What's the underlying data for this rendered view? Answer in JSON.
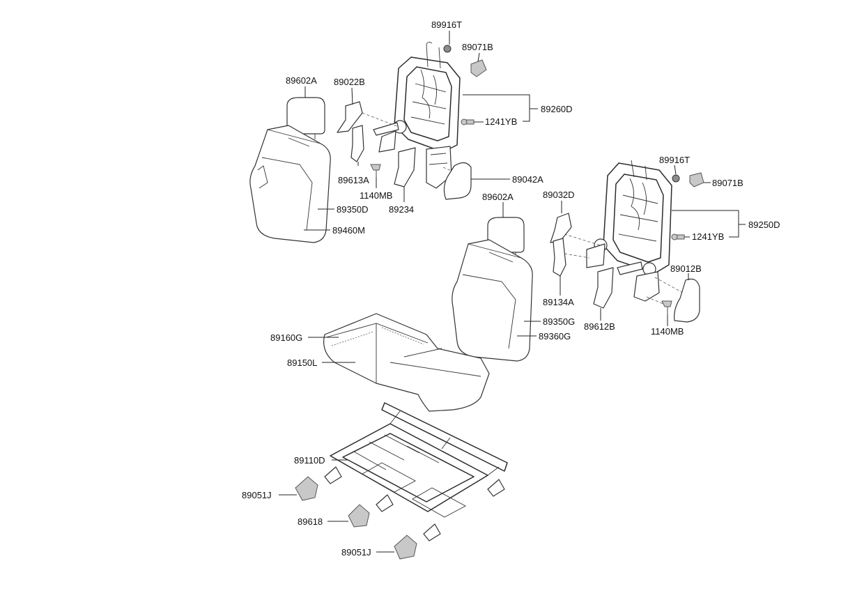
{
  "labels": {
    "p89916T_top": "89916T",
    "p89071B_top": "89071B",
    "p89602A_left": "89602A",
    "p89022B": "89022B",
    "p89260D": "89260D",
    "p1241YB_top": "1241YB",
    "p89613A": "89613A",
    "p1140MB_left": "1140MB",
    "p89234": "89234",
    "p89042A": "89042A",
    "p89350D": "89350D",
    "p89460M": "89460M",
    "p89602A_right": "89602A",
    "p89916T_right": "89916T",
    "p89071B_right": "89071B",
    "p89032D": "89032D",
    "p89250D": "89250D",
    "p1241YB_right": "1241YB",
    "p89012B": "89012B",
    "p89134A": "89134A",
    "p89612B": "89612B",
    "p1140MB_right": "1140MB",
    "p89350G": "89350G",
    "p89360G": "89360G",
    "p89160G": "89160G",
    "p89150L": "89150L",
    "p89110D": "89110D",
    "p89051J_top": "89051J",
    "p89618": "89618",
    "p89051J_bottom": "89051J"
  }
}
